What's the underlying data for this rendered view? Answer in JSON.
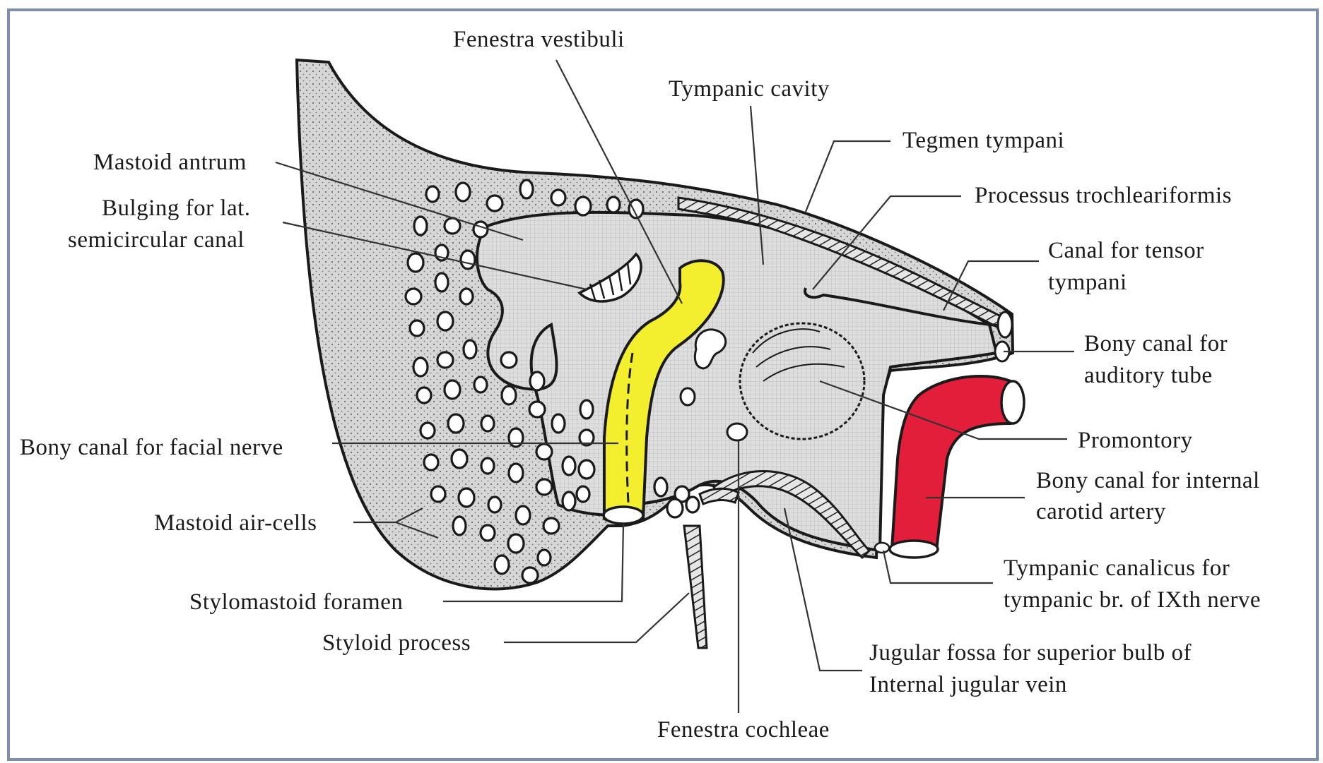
{
  "colors": {
    "background": "#ffffff",
    "frame": "#7f8fa8",
    "bone": "#d3d3d3",
    "cavity": "#dcdcdc",
    "facial_canal": "#f4ef2e",
    "carotid": "#e31e3a",
    "outline": "#1a1a1a"
  },
  "labels": {
    "fenestra_vestibuli": "Fenestra vestibuli",
    "tympanic_cavity": "Tympanic cavity",
    "tegmen_tympani": "Tegmen tympani",
    "processus_trochleariformis": "Processus trochleariformis",
    "mastoid_antrum": "Mastoid antrum",
    "bulging_line1": "Bulging for lat.",
    "bulging_line2": "semicircular canal",
    "canal_tensor_line1": "Canal for tensor",
    "canal_tensor_line2": "tympani",
    "auditory_tube_line1": "Bony canal for",
    "auditory_tube_line2": "auditory tube",
    "facial_nerve_canal": "Bony canal for facial nerve",
    "promontory": "Promontory",
    "carotid_line1": "Bony canal for internal",
    "carotid_line2": "carotid artery",
    "mastoid_air_cells": "Mastoid air-cells",
    "tympanic_canaliculus_line1": "Tympanic canalicus for",
    "tympanic_canaliculus_line2": "tympanic br. of IXth nerve",
    "stylomastoid_foramen": "Stylomastoid foramen",
    "styloid_process": "Styloid process",
    "jugular_line1": "Jugular fossa for superior bulb of",
    "jugular_line2": "Internal jugular vein",
    "fenestra_cochleae": "Fenestra cochleae"
  }
}
